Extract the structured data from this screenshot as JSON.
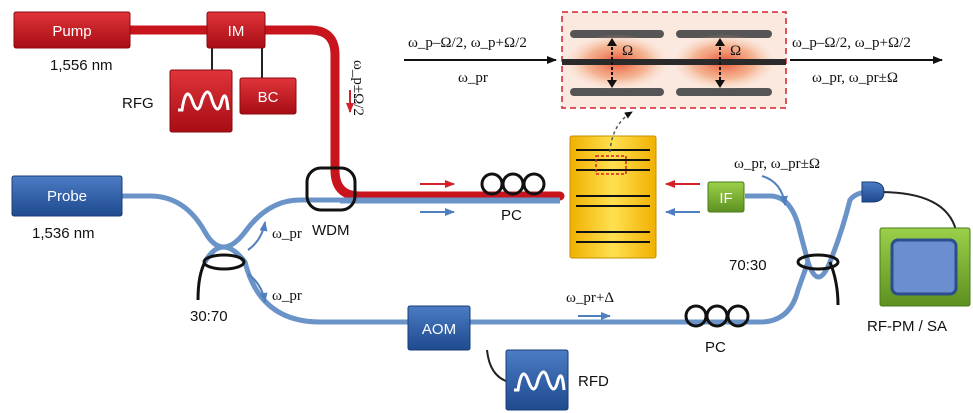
{
  "devices": {
    "pump": "Pump",
    "im": "IM",
    "bc": "BC",
    "rfg": "RFG",
    "probe": "Probe",
    "wdm": "WDM",
    "pc_top": "PC",
    "pc_bottom": "PC",
    "if": "IF",
    "aom": "AOM",
    "rfd": "RFD",
    "rfpm": "RF-PM / SA"
  },
  "wavelengths": {
    "pump": "1,556 nm",
    "probe": "1,536 nm"
  },
  "couplers": {
    "left": "30:70",
    "right": "70:30"
  },
  "freq_labels": {
    "pump_mod": "ω_p±Ω/2",
    "inset_in": "ω_p–Ω/2, ω_p+Ω/2",
    "inset_in_probe": "ω_pr",
    "inset_out": "ω_p–Ω/2, ω_p+Ω/2",
    "inset_out_probe": "ω_pr, ω_pr±Ω",
    "if_out": "ω_pr, ω_pr±Ω",
    "probe_upper": "ω_pr",
    "probe_lower": "ω_pr",
    "aom_out": "ω_pr+Δ",
    "omega_left": "Ω",
    "omega_right": "Ω"
  },
  "colors": {
    "pump": "#c8141c",
    "probe": "#6a93c8",
    "device_red": "#c1121c",
    "device_blue": "#2f5fa8",
    "if_green": "#7fb52f",
    "fiber_yellow": "#f5c518"
  }
}
